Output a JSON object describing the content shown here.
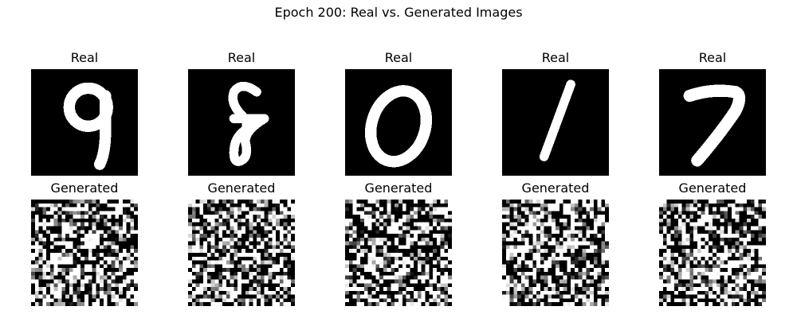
{
  "figure": {
    "suptitle": "Epoch 200: Real vs. Generated Images"
  },
  "real_panels": [
    {
      "title": "Real",
      "digit": "9"
    },
    {
      "title": "Real",
      "digit": "8"
    },
    {
      "title": "Real",
      "digit": "0"
    },
    {
      "title": "Real",
      "digit": "1"
    },
    {
      "title": "Real",
      "digit": "7"
    }
  ],
  "generated_panels": [
    {
      "title": "Generated",
      "image": "noise"
    },
    {
      "title": "Generated",
      "image": "noise"
    },
    {
      "title": "Generated",
      "image": "noise"
    },
    {
      "title": "Generated",
      "image": "noise"
    },
    {
      "title": "Generated",
      "image": "noise"
    }
  ],
  "colors": {
    "background": "#000000",
    "foreground": "#ffffff"
  }
}
